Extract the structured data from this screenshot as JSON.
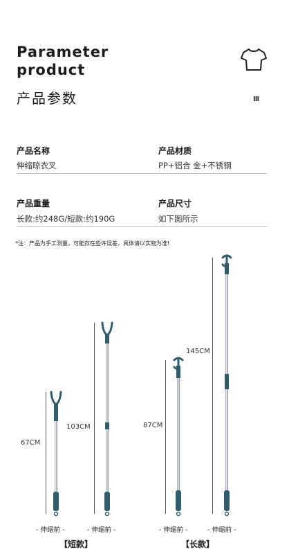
{
  "header": {
    "title_en_line1": "Parameter",
    "title_en_line2": "product",
    "title_cn": "产品参数",
    "menu_glyph": "III"
  },
  "specs": [
    {
      "label": "产品名称",
      "value": "伸缩晾衣叉"
    },
    {
      "label": "产品材质",
      "value": "PP+铝合 金+不锈钢"
    },
    {
      "label": "产品重量",
      "value": "长款:约248G/短款:约190G"
    },
    {
      "label": "产品尺寸",
      "value": "如下图所示"
    }
  ],
  "note": "*注：产品为手工测量，可能存在些许误差，具体请以实物为准!",
  "diagram": {
    "measurements": [
      "67CM",
      "103CM",
      "87CM",
      "145CM"
    ],
    "captions": [
      "- 伸缩前 -",
      "- 伸缩前 -",
      "- 伸缩前 -",
      "- 伸缩前 -"
    ],
    "groups": [
      "【短款】",
      "【长款】"
    ]
  },
  "colors": {
    "accent_teal": "#2f5d6b",
    "steel": "#c9ccd0"
  }
}
